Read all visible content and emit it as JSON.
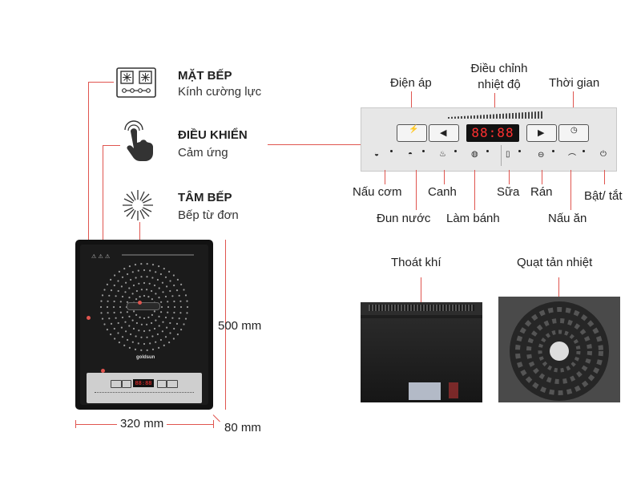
{
  "features": [
    {
      "title": "MẶT BẾP",
      "subtitle": "Kính cường lực",
      "icon": "gas-stove-icon"
    },
    {
      "title": "ĐIỀU KHIỂN",
      "subtitle": "Cảm ứng",
      "icon": "touch-hand-icon"
    },
    {
      "title": "TÂM BẾP",
      "subtitle": "Bếp từ đơn",
      "icon": "induction-coil-icon"
    }
  ],
  "dimensions": {
    "height": "500 mm",
    "width": "320 mm",
    "depth": "80 mm"
  },
  "panel_callouts": {
    "voltage": "Điện áp",
    "temperature": "Điều chỉnh nhiệt độ",
    "timer": "Thời gian",
    "rice": "Nấu cơm",
    "boil": "Đun nước",
    "soup": "Canh",
    "bake": "Làm bánh",
    "milk": "Sữa",
    "fry": "Rán",
    "cook": "Nấu ăn",
    "power": "Bật/ tắt"
  },
  "panel_display": "88:88",
  "photos": {
    "vent": "Thoát khí",
    "fan": "Quạt tản nhiệt"
  },
  "brand": "goldsun",
  "colors": {
    "accent_line": "#e0554f",
    "display_digits": "#ff3030",
    "panel": "#e7e7e7"
  }
}
